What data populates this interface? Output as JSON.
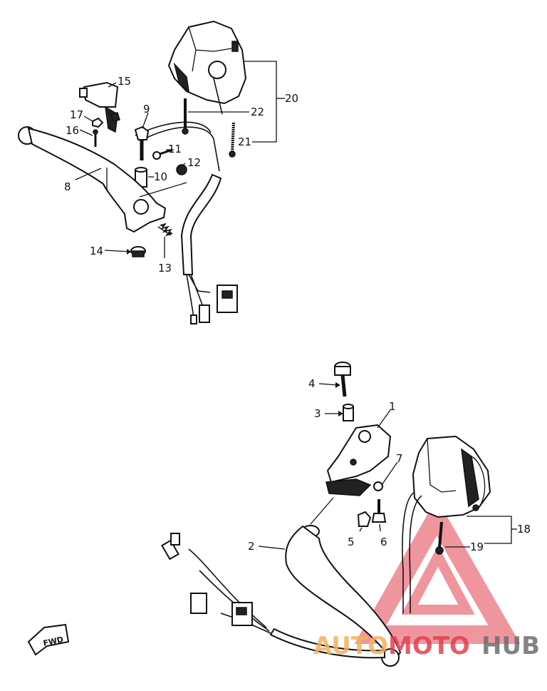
{
  "labels": {
    "l1": "1",
    "l2": "2",
    "l3": "3",
    "l4": "4",
    "l5": "5",
    "l6": "6",
    "l7": "7",
    "l8": "8",
    "l9": "9",
    "l10": "10",
    "l11": "11",
    "l12": "12",
    "l13": "13",
    "l14": "14",
    "l15": "15",
    "l16": "16",
    "l17": "17",
    "l18": "18",
    "l19": "19",
    "l20": "20",
    "l21": "21",
    "l22": "22"
  },
  "fwd_label": "FWD",
  "watermark": {
    "part1": "AUTO",
    "part2": "MOTO",
    "part3": "HUB"
  },
  "colors": {
    "logo_red": "#e2404f",
    "logo_orange": "#f2b25e",
    "logo_gray": "#6e6e6e"
  }
}
